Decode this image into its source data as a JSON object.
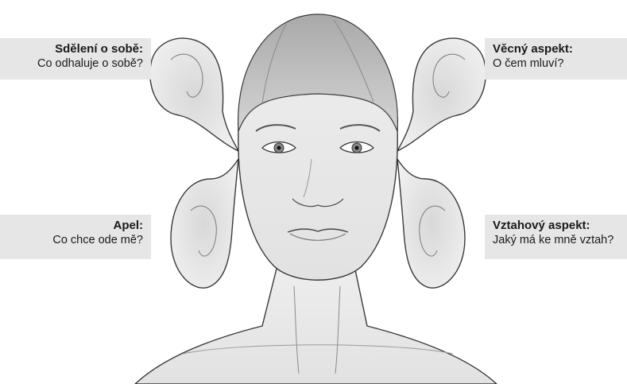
{
  "labels": {
    "top_left": {
      "title": "Sdělení o sobě:",
      "question": "Co odhaluje o sobě?"
    },
    "bottom_left": {
      "title": "Apel:",
      "question": "Co chce ode mě?"
    },
    "top_right": {
      "title": "Věcný aspekt:",
      "question": "O čem mluví?"
    },
    "bottom_right": {
      "title": "Vztahový aspekt:",
      "question": "Jaký má ke mně vztah?"
    }
  },
  "colors": {
    "label_background": "#e6e6e6",
    "skin": "#ececec",
    "outline": "#3a3a3a",
    "hair": "#bdbdbd"
  }
}
